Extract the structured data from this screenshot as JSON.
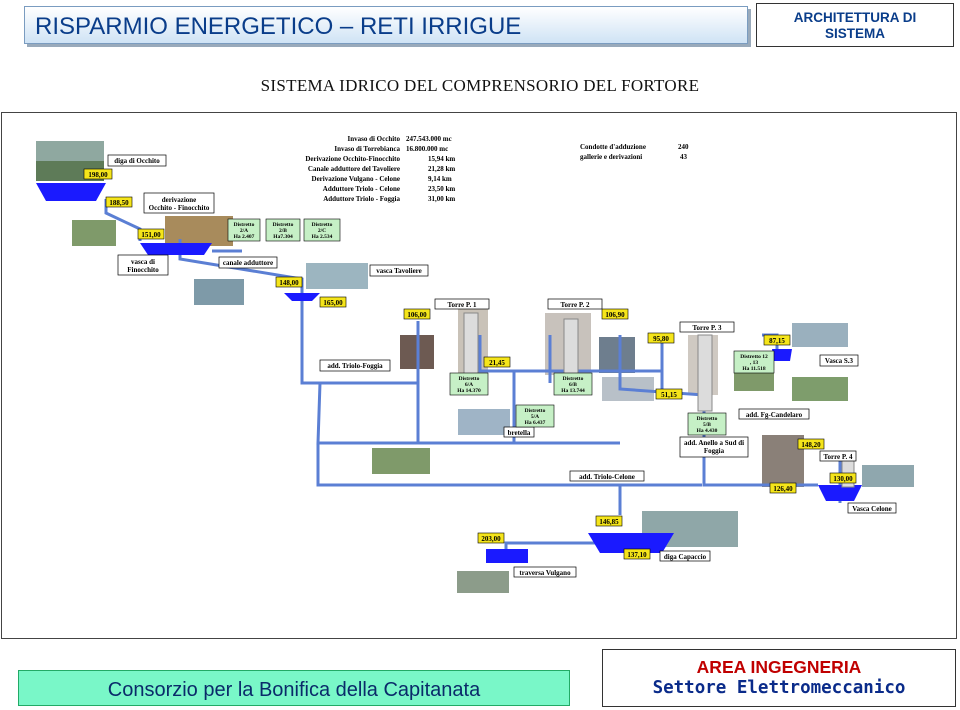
{
  "header": {
    "title": "RISPARMIO ENERGETICO – RETI IRRIGUE",
    "box_line1": "ARCHITETTURA DI",
    "box_line2": "SISTEMA"
  },
  "subtitle": "SISTEMA IDRICO DEL COMPRENSORIO DEL FORTORE",
  "diagram": {
    "info_table": [
      {
        "label": "Invaso di Occhito",
        "value": "247.543.000 mc"
      },
      {
        "label": "Invaso di Torrebianca",
        "value": "16.800.000 mc"
      },
      {
        "label": "Derivazione Occhito-Finocchito",
        "value": "15,94 km"
      },
      {
        "label": "Canale adduttore del Tavoliere",
        "value": "21,28 km"
      },
      {
        "label": "Derivazione Vulgano - Celone",
        "value": "9,14 km"
      },
      {
        "label": "Adduttore Triolo - Celone",
        "value": "23,50 km"
      },
      {
        "label": "Adduttore Triolo - Foggia",
        "value": "31,00 km"
      }
    ],
    "info_extra": [
      {
        "label": "Condotte d'adduzione",
        "value": "240"
      },
      {
        "label": "gallerie e derivazioni",
        "value": "43"
      }
    ],
    "labels": {
      "diga_occhito": "diga di Occhito",
      "derivazione_1": "derivazione",
      "derivazione_2": "Occhito - Finocchito",
      "vasca_finocchito_1": "vasca di",
      "vasca_finocchito_2": "Finocchito",
      "canale_adduttore": "canale adduttore",
      "vasca_tavoliere": "vasca Tavoliere",
      "add_triolo_foggia": "add. Triolo-Foggia",
      "torre_p1": "Torre P. 1",
      "torre_p2": "Torre P. 2",
      "torre_p3": "Torre P. 3",
      "vasca_s3": "Vasca S.3",
      "add_fg_candelaro": "add. Fg-Candelaro",
      "add_anello_1": "add. Anello a Sud di",
      "add_anello_2": "Foggia",
      "bretella": "bretella",
      "add_triolo_celone": "add. Triolo-Celone",
      "torre_p4": "Torre P. 4",
      "vasca_celone": "Vasca Celone",
      "traversa_vulgano": "traversa Vulgano",
      "diga_capaccio": "diga Capaccio"
    },
    "districts": [
      {
        "l1": "Distretto",
        "l2": "2/A",
        "l3": "Ha 2.407"
      },
      {
        "l1": "Distretto",
        "l2": "2/B",
        "l3": "Ha7.304"
      },
      {
        "l1": "Distretto",
        "l2": "2/C",
        "l3": "Ha 2.534"
      },
      {
        "l1": "Distretto",
        "l2": "6/A",
        "l3": "Ha 14.370"
      },
      {
        "l1": "Distretto",
        "l2": "6/B",
        "l3": "Ha 13.744"
      },
      {
        "l1": "Distretto",
        "l2": "5/A",
        "l3": "Ha 6.437"
      },
      {
        "l1": "Distretto 12",
        "l2": ", 13",
        "l3": "Ha 11.518"
      },
      {
        "l1": "Distretto",
        "l2": "5/B",
        "l3": "Ha 4.430"
      }
    ],
    "elevations": [
      "198,00",
      "188,50",
      "151,00",
      "148,00",
      "165,00",
      "106,00",
      "106,90",
      "95,80",
      "87,15",
      "21,45",
      "51,15",
      "148,20",
      "126,40",
      "130,00",
      "146,85",
      "203,00",
      "137,10"
    ]
  },
  "footer": {
    "left": "Consorzio per la Bonifica della Capitanata",
    "right_line1": "AREA INGEGNERIA",
    "right_line2": "Settore  Elettromeccanico"
  },
  "colors": {
    "pipe": "#5b7fd4",
    "reservoir": "#1a1aff",
    "tag": "#f5e51a"
  }
}
